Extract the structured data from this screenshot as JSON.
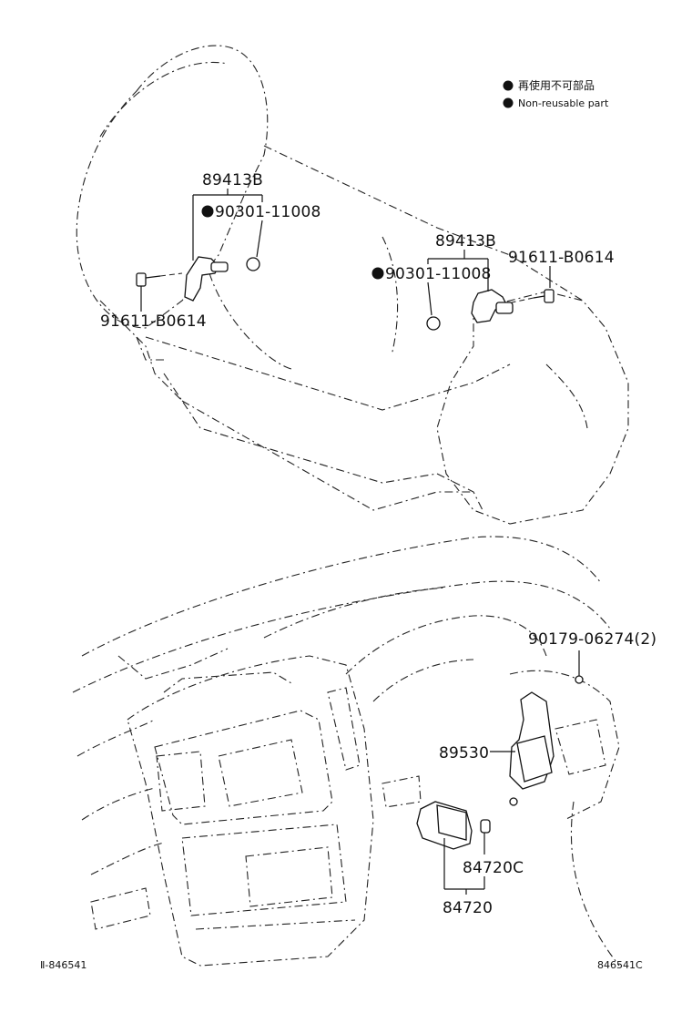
{
  "legend": {
    "jp": "再使用不可部品",
    "en": "Non-reusable part",
    "marker": "●"
  },
  "callouts": {
    "sensor_left": "89413B",
    "gasket_left": "90301-11008",
    "bolt_left": "91611-B0614",
    "sensor_right": "89413B",
    "gasket_right": "90301-11008",
    "bolt_right": "91611-B0614",
    "nut": "90179-06274(2)",
    "ecu": "89530",
    "switch_sub": "84720C",
    "switch": "84720"
  },
  "footer": {
    "left_code": "Ⅱ-846541",
    "right_code": "846541C"
  },
  "colors": {
    "line": "#222222",
    "background": "#ffffff"
  }
}
